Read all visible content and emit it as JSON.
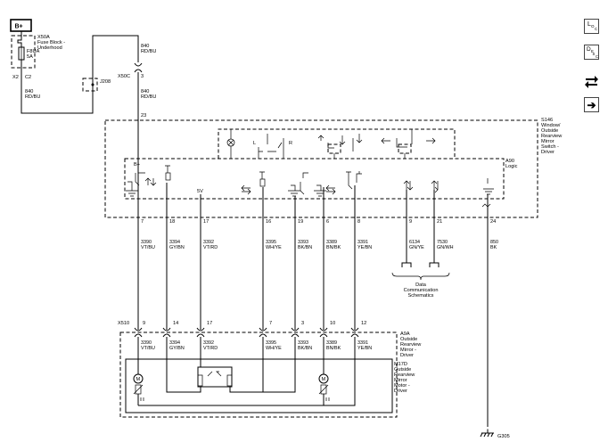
{
  "power": {
    "label": "B+"
  },
  "fuse_block": {
    "id": "X50A",
    "desc": "Fuse Block - Underhood",
    "fuse": "F8UA",
    "rating": "5A",
    "pin_left": "X2",
    "pin_right": "C2"
  },
  "wires": {
    "left_feed": {
      "circuit": "840",
      "color": "RD/BU"
    },
    "top_feed": {
      "circuit": "840",
      "color": "RD/BU"
    },
    "mid_feed": {
      "circuit": "840",
      "color": "RD/BU"
    }
  },
  "connectors": {
    "x50c": "X50C",
    "x50c_pin": "3",
    "j208": "J208",
    "x510": "X510"
  },
  "switch": {
    "id": "S146",
    "desc": "Window/ Outside Rearview Mirror Switch - Driver",
    "pin_top": "23",
    "logic_id": "A90",
    "logic_desc": "Logic",
    "bplus": "B+",
    "five_v": "5V",
    "letter_l": "L",
    "letter_r": "R"
  },
  "pins_top": [
    "7",
    "18",
    "17",
    "16",
    "19",
    "6",
    "8",
    "9",
    "21",
    "24"
  ],
  "circuits_top": [
    {
      "num": "3390",
      "color": "VT/BU"
    },
    {
      "num": "3394",
      "color": "GY/BN"
    },
    {
      "num": "3392",
      "color": "VT/RD"
    },
    {
      "num": "3395",
      "color": "WH/YE"
    },
    {
      "num": "3393",
      "color": "BK/BN"
    },
    {
      "num": "3389",
      "color": "BN/BK"
    },
    {
      "num": "3391",
      "color": "YE/BN"
    },
    {
      "num": "6134",
      "color": "GN/YE"
    },
    {
      "num": "7530",
      "color": "GN/WH"
    },
    {
      "num": "850",
      "color": "BK"
    }
  ],
  "data_comm": {
    "label": "Data Communication Schematics"
  },
  "pins_bottom": [
    "9",
    "14",
    "17",
    "7",
    "3",
    "10",
    "12"
  ],
  "circuits_bottom": [
    {
      "num": "3390",
      "color": "VT/BU"
    },
    {
      "num": "3394",
      "color": "GY/BN"
    },
    {
      "num": "3392",
      "color": "VT/RD"
    },
    {
      "num": "3395",
      "color": "WH/YE"
    },
    {
      "num": "3393",
      "color": "BK/BN"
    },
    {
      "num": "3389",
      "color": "BN/BK"
    },
    {
      "num": "3391",
      "color": "YE/BN"
    }
  ],
  "mirror": {
    "id": "A9A",
    "desc": "Outside Rearview Mirror - Driver"
  },
  "motor": {
    "id": "M17D",
    "desc": "Outside Rearview Mirror Motor - Driver",
    "m_label": "M"
  },
  "ground": {
    "id": "G305"
  },
  "side_icons": [
    {
      "name": "loc-icon",
      "big": "L",
      "sub_o": "O",
      "sub_c": "C"
    },
    {
      "name": "desc-icon",
      "big": "D",
      "sub_e": "E",
      "sub_s": "S",
      "sub_c": "C"
    },
    {
      "name": "connector-pinout-icon"
    },
    {
      "name": "next-arrow-icon",
      "glyph": "➔"
    }
  ]
}
